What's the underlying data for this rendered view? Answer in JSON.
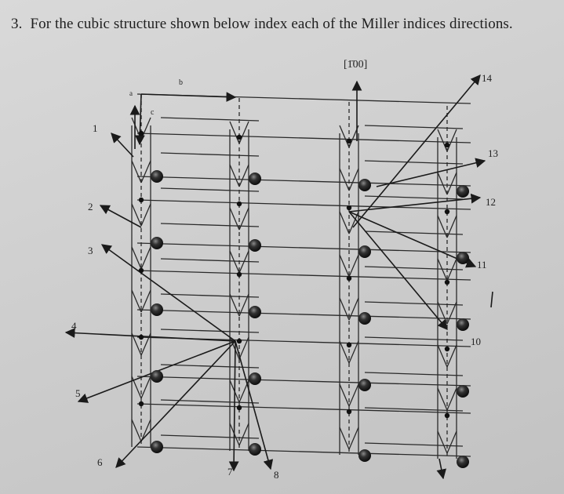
{
  "question": {
    "number": "3.",
    "text": "For the cubic structure shown below index each of the Miller indices directions."
  },
  "figure": {
    "annotation": "[1̄00]",
    "axes": {
      "a": "a",
      "b": "b",
      "c": "c"
    },
    "direction_labels": [
      "1",
      "2",
      "3",
      "4",
      "5",
      "6",
      "7",
      "8",
      "10",
      "11",
      "12",
      "13",
      "14"
    ]
  }
}
